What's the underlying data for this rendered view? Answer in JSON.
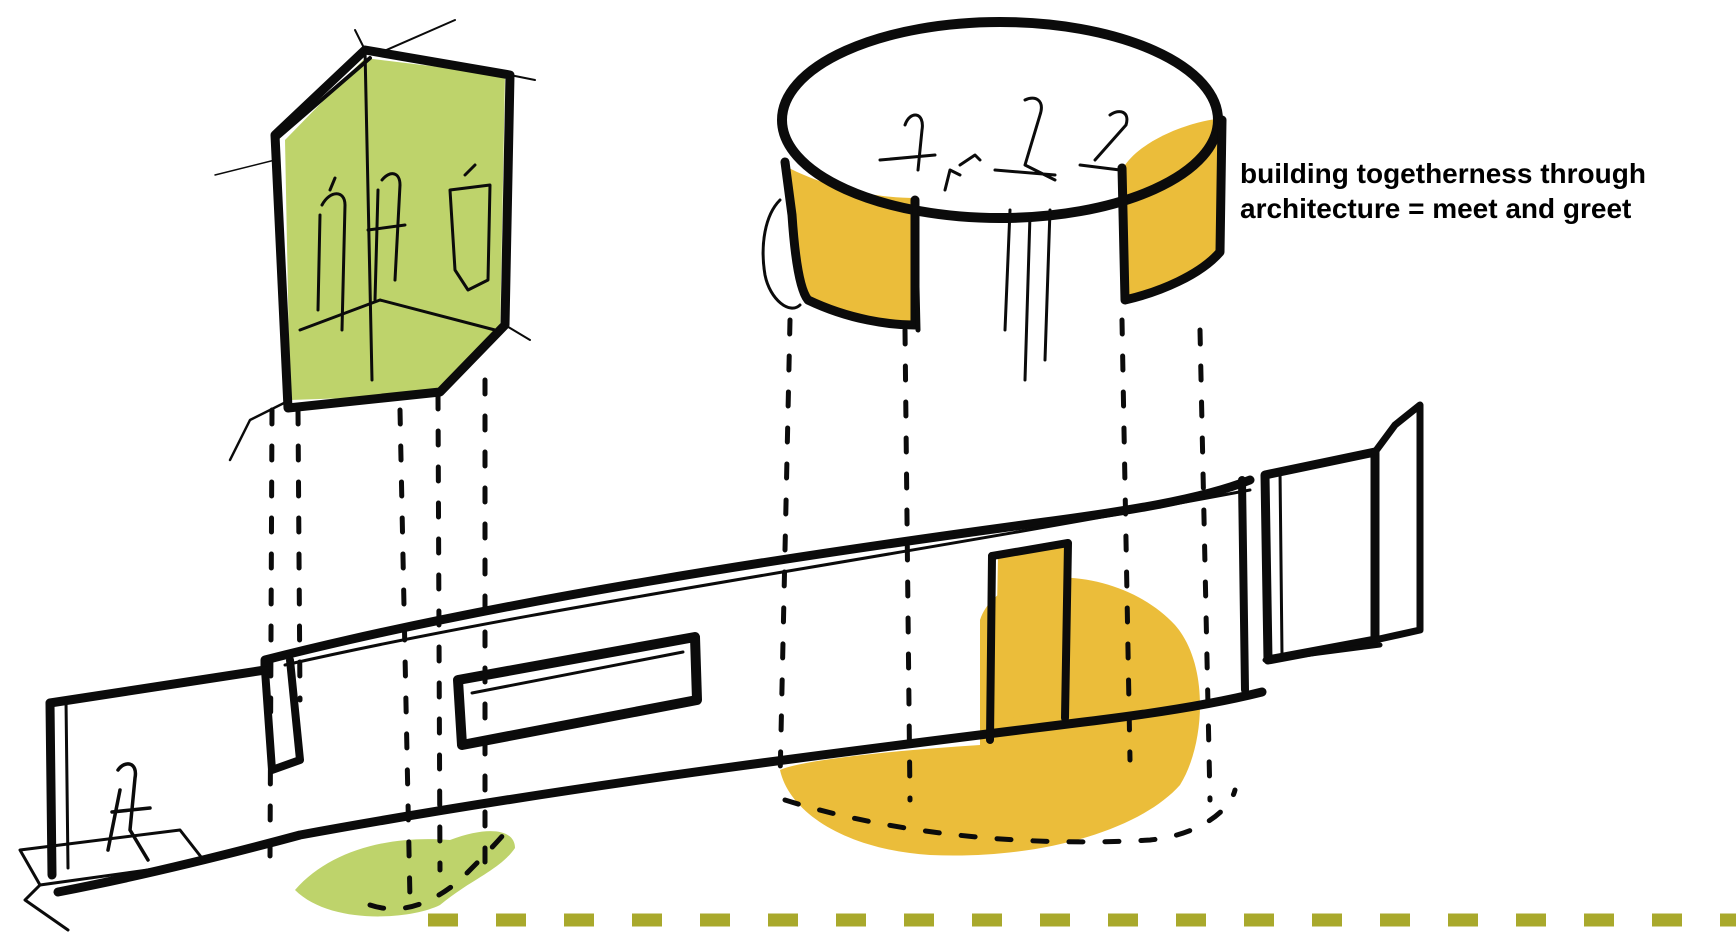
{
  "annotation": {
    "line1": "building togetherness through",
    "line2": "architecture = meet and greet"
  },
  "colors": {
    "green": "#bed36b",
    "yellow": "#ebbd3a",
    "ink": "#0b0b0b",
    "ground_dash": "#a9a92c",
    "background": "#ffffff"
  },
  "elements": {
    "green_pod": "hexagonal-room",
    "yellow_pod": "circular-room",
    "base": "elongated-bar-building",
    "ground_line": "dashed-ground-line"
  }
}
